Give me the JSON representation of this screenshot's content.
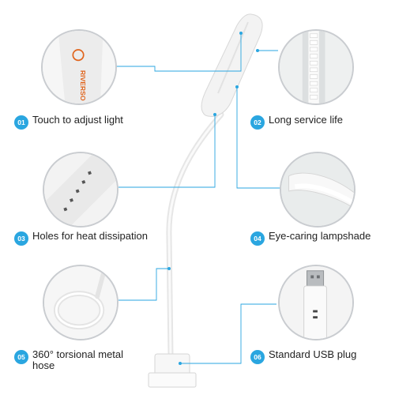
{
  "features": [
    {
      "number": "01",
      "text": "Touch to adjust light"
    },
    {
      "number": "02",
      "text": "Long service life"
    },
    {
      "number": "03",
      "text": "Holes for heat dissipation"
    },
    {
      "number": "04",
      "text": "Eye-caring lampshade"
    },
    {
      "number": "05",
      "text": "360° torsional metal",
      "text2": "hose"
    },
    {
      "number": "06",
      "text": "Standard USB plug"
    }
  ],
  "brand": "RIVERSO",
  "colors": {
    "accent": "#2aa6e0",
    "brand": "#e0641c"
  }
}
